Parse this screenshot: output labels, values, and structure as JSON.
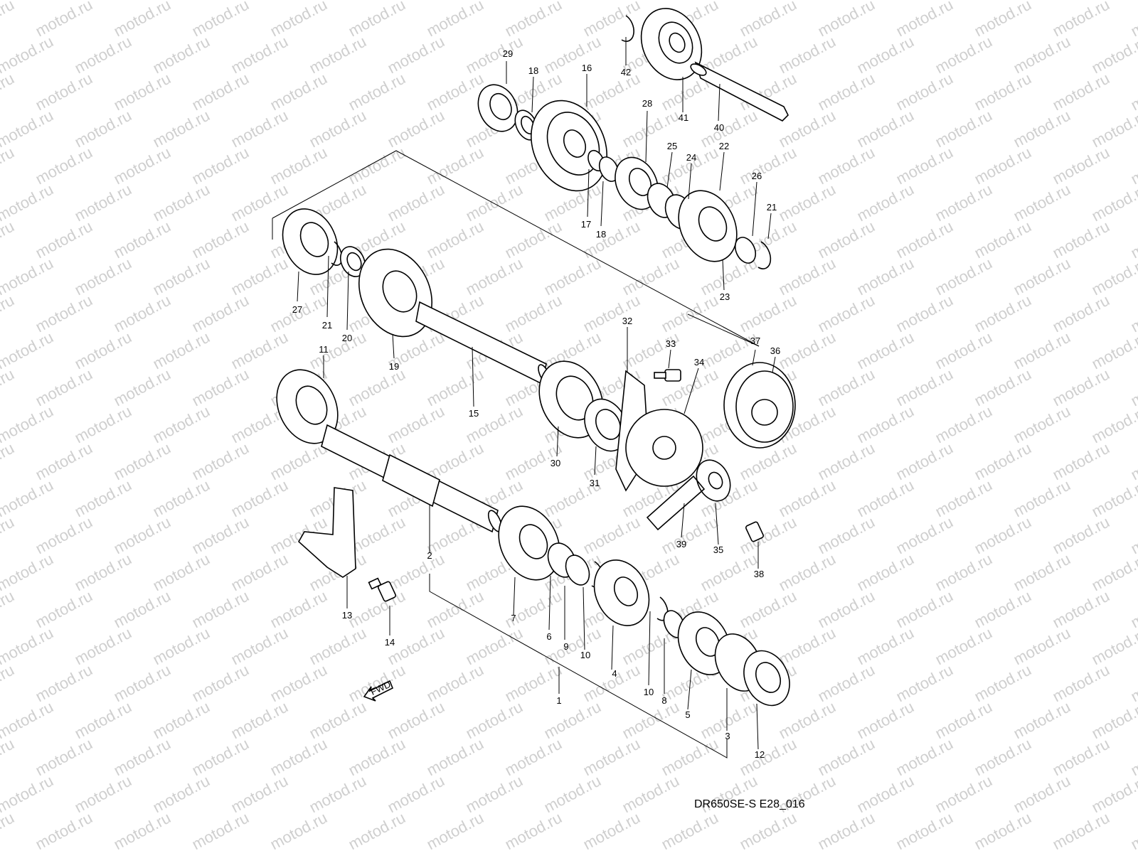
{
  "watermark": "motod.ru",
  "diagram_code": "DR650SE-S E28_016",
  "fwd_label": "FWD",
  "callouts": {
    "p1": "1",
    "p2": "2",
    "p3": "3",
    "p4": "4",
    "p5": "5",
    "p6": "6",
    "p7": "7",
    "p8a": "8",
    "p9": "9",
    "p10a": "10",
    "p10b": "10",
    "p11": "11",
    "p12": "12",
    "p13": "13",
    "p14": "14",
    "p15": "15",
    "p16": "16",
    "p17": "17",
    "p18a": "18",
    "p18b": "18",
    "p19": "19",
    "p20": "20",
    "p21a": "21",
    "p21b": "21",
    "p22": "22",
    "p23": "23",
    "p24": "24",
    "p25": "25",
    "p26": "26",
    "p27": "27",
    "p28": "28",
    "p29": "29",
    "p30": "30",
    "p31": "31",
    "p32": "32",
    "p33": "33",
    "p34": "34",
    "p35": "35",
    "p36": "36",
    "p37": "37",
    "p38": "38",
    "p39": "39",
    "p40": "40",
    "p41": "41",
    "p42": "42"
  }
}
